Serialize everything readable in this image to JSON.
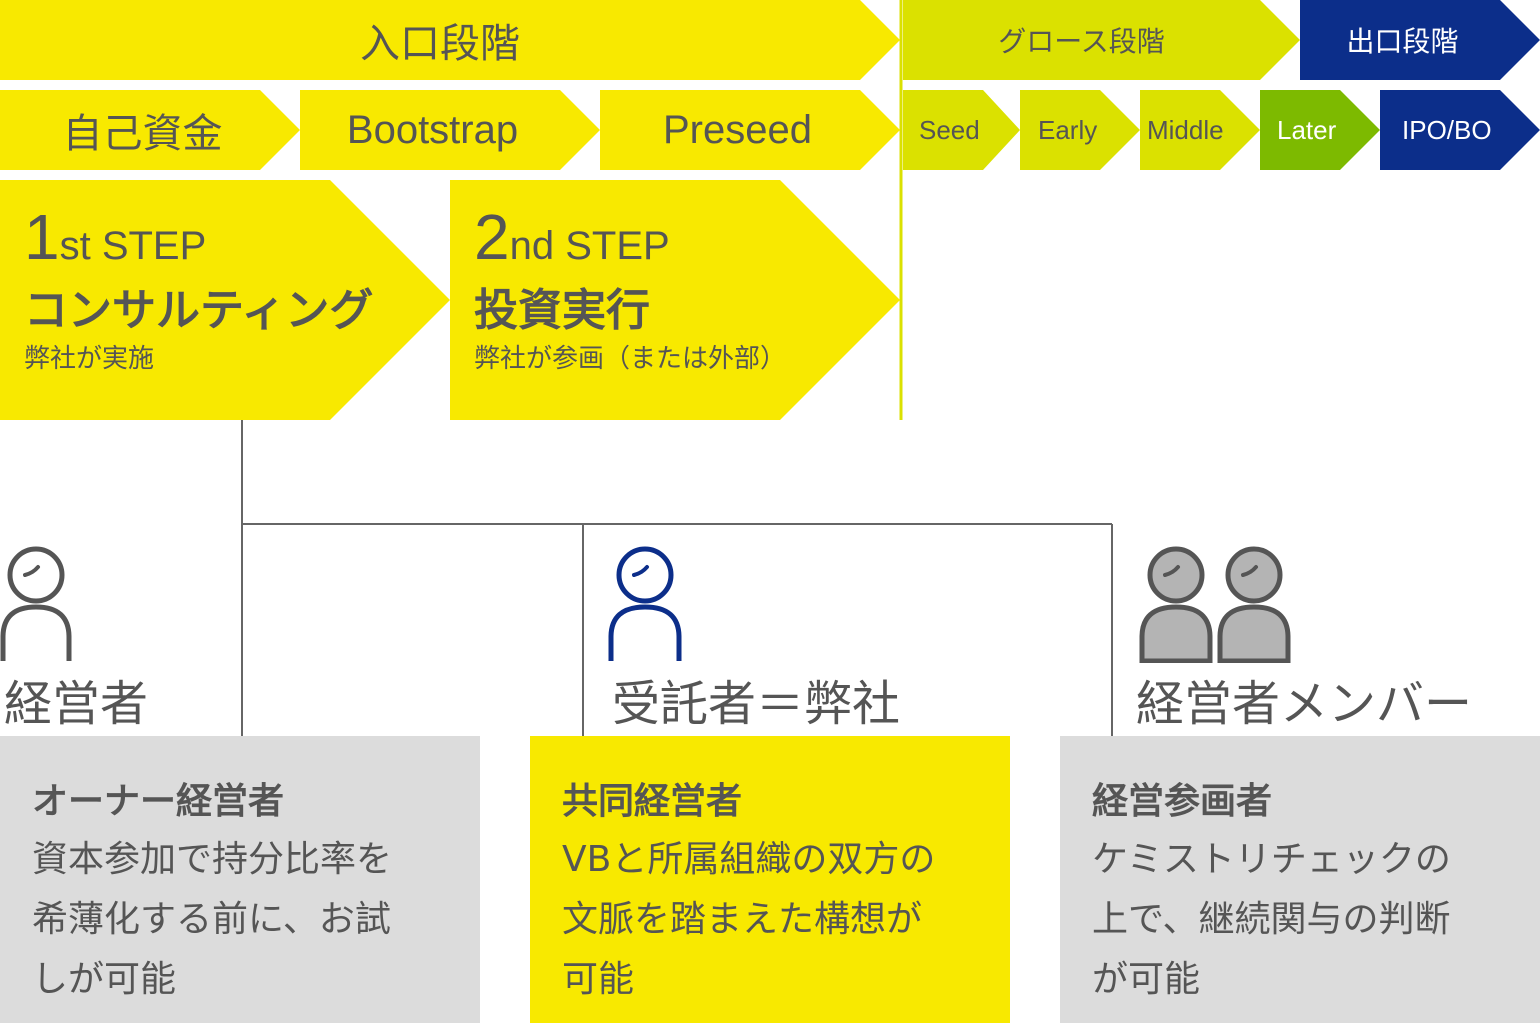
{
  "colors": {
    "yellow": "#f8e900",
    "lime": "#dbe100",
    "green": "#7dba00",
    "navy": "#0c2e8a",
    "gray_box": "#dcdcdc",
    "line": "#666666",
    "text": "#555555"
  },
  "stages": {
    "entry": "入口段階",
    "growth": "グロース段階",
    "exit": "出口段階"
  },
  "rounds": {
    "self_funding": "自己資金",
    "bootstrap": "Bootstrap",
    "preseed": "Preseed",
    "seed": "Seed",
    "early": "Early",
    "middle": "Middle",
    "later": "Later",
    "ipo_bo": "IPO/BO"
  },
  "steps": [
    {
      "num": "1",
      "suffix": "st STEP",
      "title": "コンサルティング",
      "sub": "弊社が実施"
    },
    {
      "num": "2",
      "suffix": "nd STEP",
      "title": "投資実行",
      "sub": "弊社が参画（または外部）"
    }
  ],
  "people": {
    "owner": "経営者",
    "trustee": "受託者＝弊社",
    "members": "経営者メンバー"
  },
  "boxes": [
    {
      "title": "オーナー経営者",
      "lines": [
        "資本参加で持分比率を",
        "希薄化する前に、お試",
        "しが可能"
      ]
    },
    {
      "title": "共同経営者",
      "lines": [
        "VBと所属組織の双方の",
        "文脈を踏まえた構想が",
        "可能"
      ]
    },
    {
      "title": "経営参画者",
      "lines": [
        "ケミストリチェックの",
        "上で、継続関与の判断",
        "が可能"
      ]
    }
  ]
}
